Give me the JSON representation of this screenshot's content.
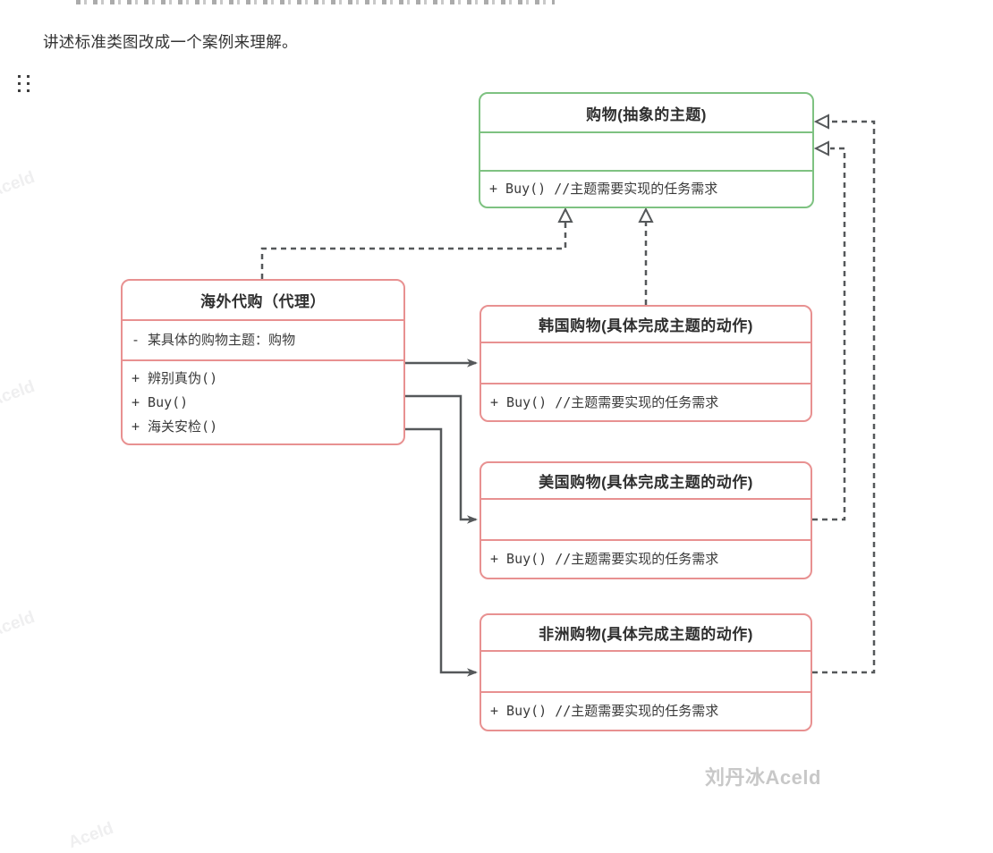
{
  "page": {
    "intro_text": "讲述标准类图改成一个案例来理解。",
    "watermark_side": "Aceld",
    "watermark_bottom": "刘丹冰Aceld"
  },
  "colors": {
    "abstract_border": "#7ec281",
    "concrete_border": "#e89191",
    "connector": "#55585a",
    "text": "#3a3a3a",
    "watermark_light": "#efeff0",
    "watermark_gray": "#c8c8c8"
  },
  "diagram": {
    "classes": [
      {
        "role": "abstract-subject",
        "title": "购物(抽象的主题)",
        "attributes": [],
        "methods": [
          "+ Buy() //主题需要实现的任务需求"
        ]
      },
      {
        "role": "proxy",
        "title": "海外代购（代理）",
        "attributes": [
          "- 某具体的购物主题：购物"
        ],
        "methods": [
          "+ 辨别真伪()",
          "+ Buy()",
          "+ 海关安检()"
        ]
      },
      {
        "role": "concrete-korea",
        "title": "韩国购物(具体完成主题的动作)",
        "attributes": [],
        "methods": [
          "+ Buy() //主题需要实现的任务需求"
        ]
      },
      {
        "role": "concrete-usa",
        "title": "美国购物(具体完成主题的动作)",
        "attributes": [],
        "methods": [
          "+ Buy() //主题需要实现的任务需求"
        ]
      },
      {
        "role": "concrete-africa",
        "title": "非洲购物(具体完成主题的动作)",
        "attributes": [],
        "methods": [
          "+ Buy() //主题需要实现的任务需求"
        ]
      }
    ]
  }
}
